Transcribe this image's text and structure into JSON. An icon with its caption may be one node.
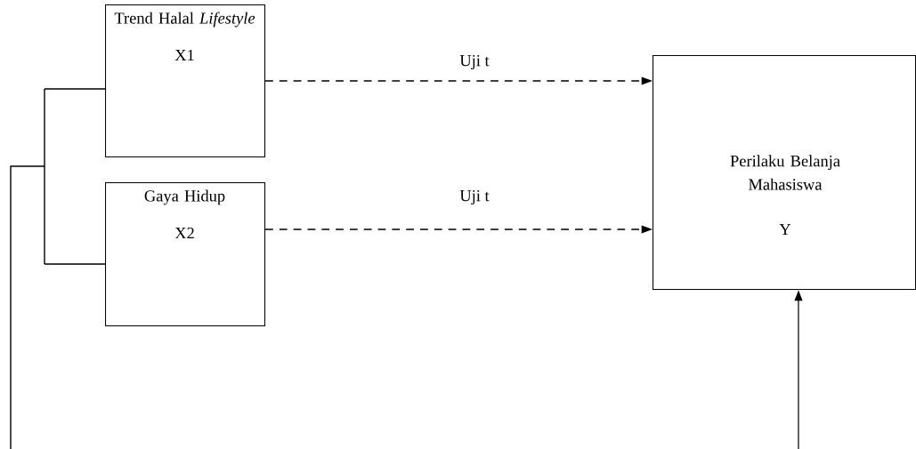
{
  "diagram": {
    "nodes": [
      {
        "text": [
          "Trend Halal *Lifestyle*",
          "X1"
        ]
      },
      {
        "text": [
          "Gaya Hidup",
          "X2"
        ]
      },
      {
        "text": [
          "Perilaku Belanja Mahasiswa",
          "Y"
        ]
      }
    ],
    "edges": [
      {
        "from": 0,
        "to": 2,
        "arrow": "to",
        "label": "Uji t",
        "style": "dashed"
      },
      {
        "from": 1,
        "to": 2,
        "arrow": "to",
        "label": "Uji t",
        "style": "dashed"
      },
      {
        "from": 0,
        "to": null,
        "arrow": "none"
      },
      {
        "from": 1,
        "to": null,
        "arrow": "none"
      },
      {
        "from": null,
        "to": 2,
        "arrow": "to"
      }
    ]
  }
}
